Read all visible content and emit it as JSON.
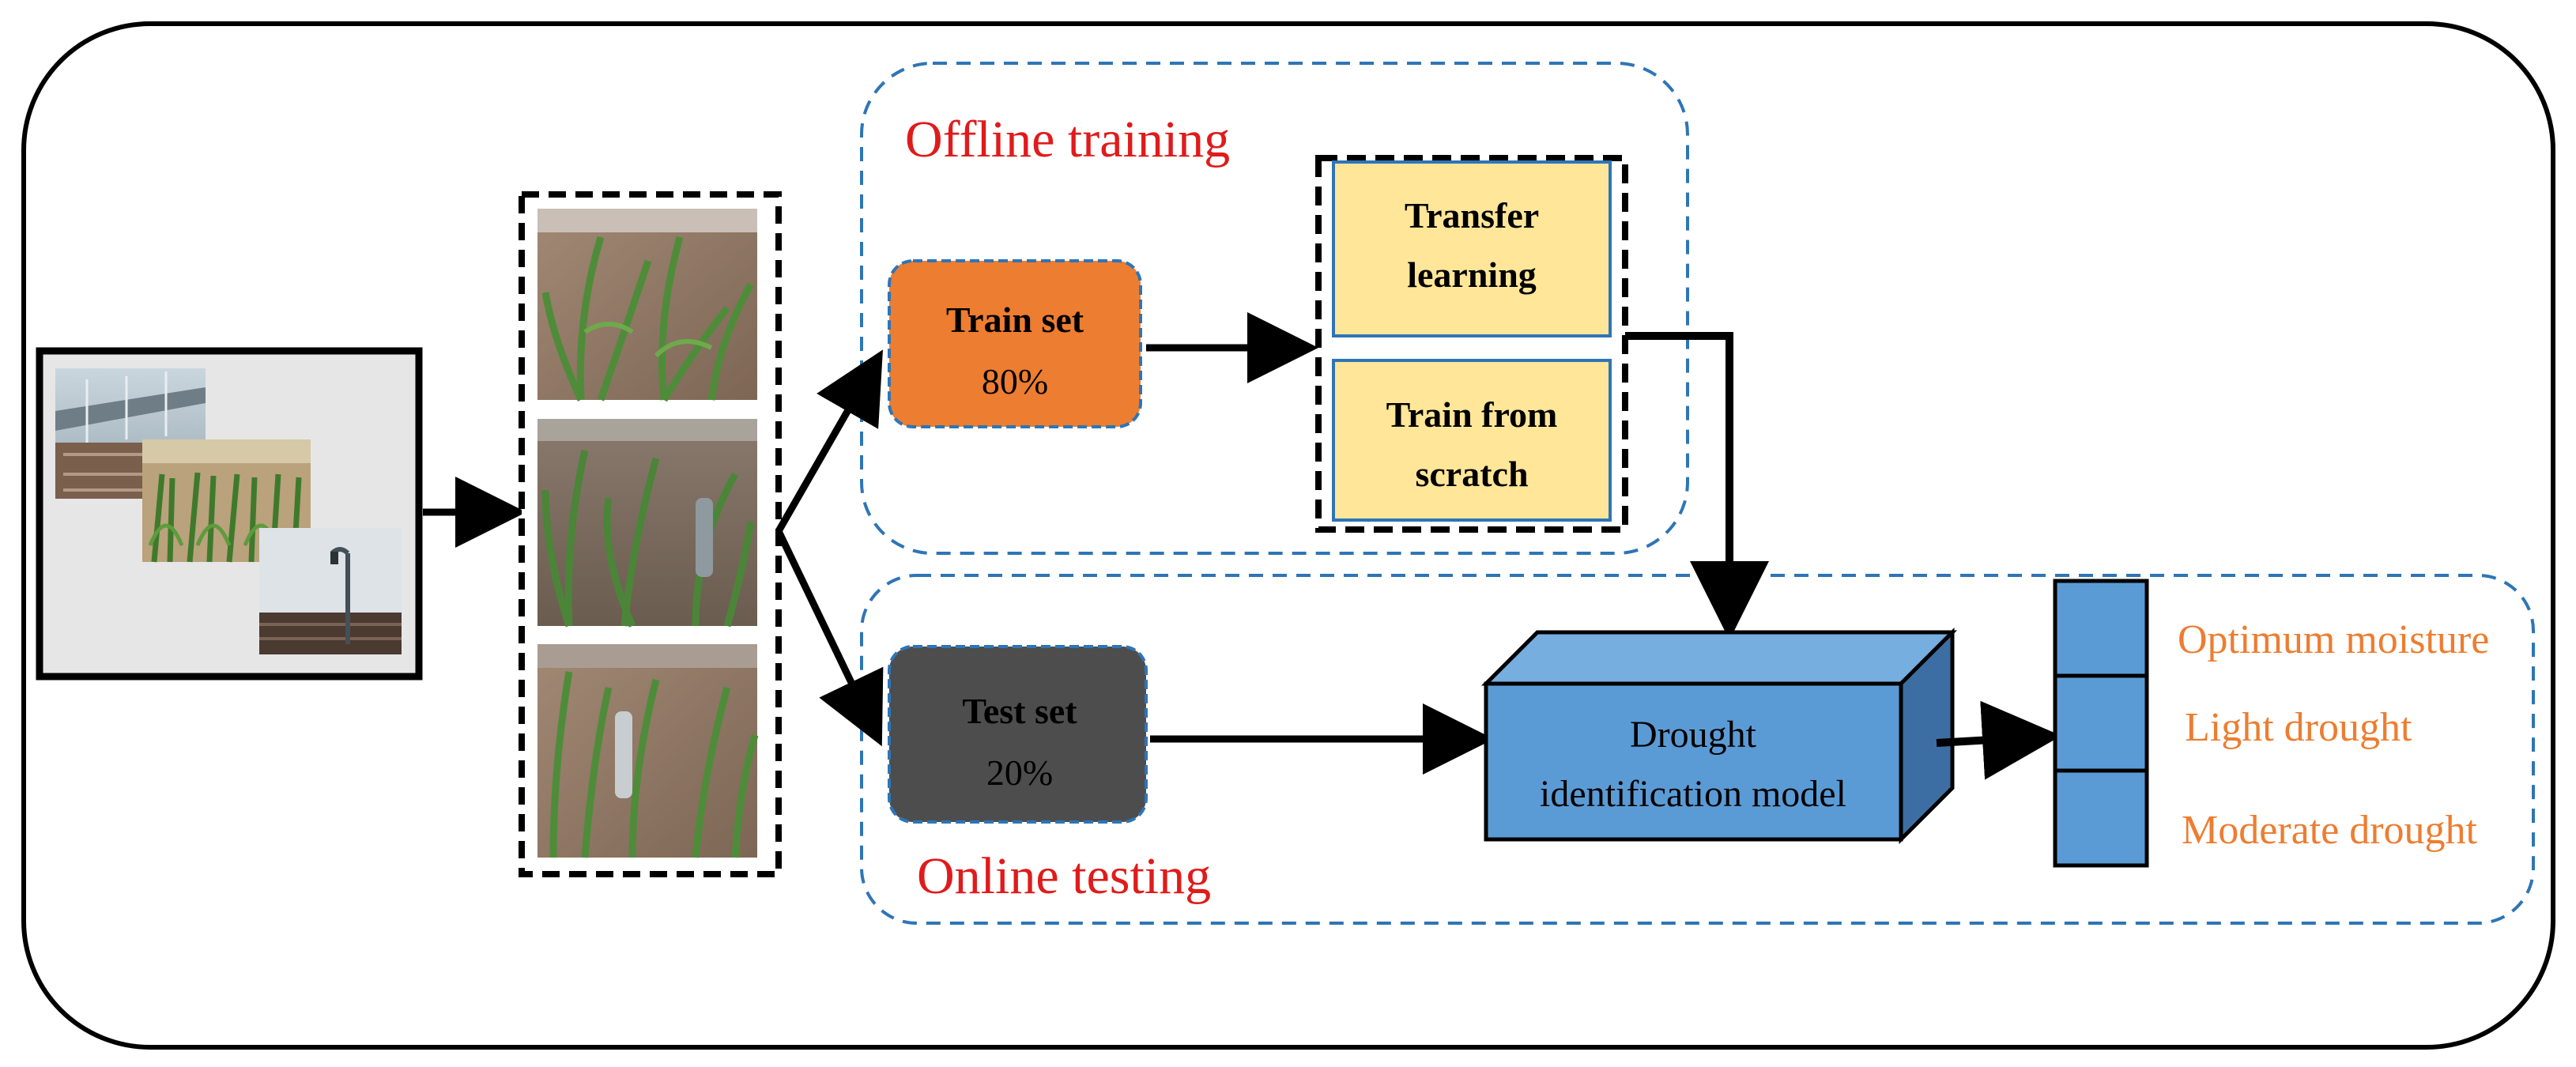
{
  "regions": {
    "offline_title": "Offline training",
    "online_title": "Online testing"
  },
  "train_set": {
    "label": "Train set",
    "value": "80%"
  },
  "test_set": {
    "label": "Test set",
    "value": "20%"
  },
  "methods": {
    "transfer_line1": "Transfer",
    "transfer_line2": "learning",
    "scratch_line1": "Train from",
    "scratch_line2": "scratch"
  },
  "model": {
    "line1": "Drought",
    "line2": "identification model"
  },
  "classes": [
    "Optimum moisture",
    "Light drought",
    "Moderate drought"
  ],
  "colors": {
    "region_title": "#e01b1b",
    "region_border": "#2e75b6",
    "train_fill": "#ed7d31",
    "test_fill": "#4d4d4d",
    "method_fill": "#ffe699",
    "model_fill": "#5b9bd5",
    "class_text": "#ed7d31"
  },
  "icons": [
    "greenhouse-photo-stack",
    "maize-crop-photos"
  ]
}
